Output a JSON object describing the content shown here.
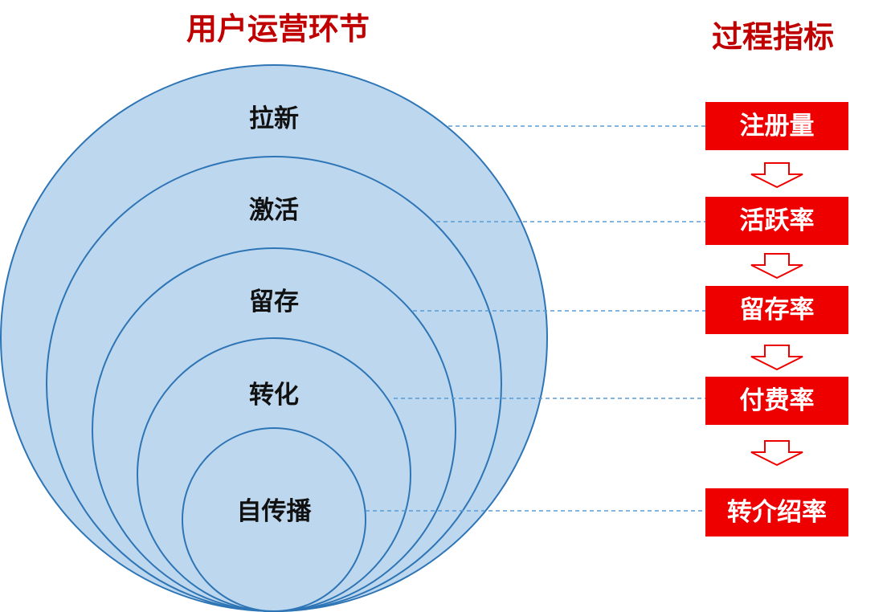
{
  "titles": {
    "left": "用户运营环节",
    "right": "过程指标"
  },
  "stages": [
    {
      "label": "拉新",
      "metric": "注册量"
    },
    {
      "label": "激活",
      "metric": "活跃率"
    },
    {
      "label": "留存",
      "metric": "留存率"
    },
    {
      "label": "转化",
      "metric": "付费率"
    },
    {
      "label": "自传播",
      "metric": "转介绍率"
    }
  ],
  "colors": {
    "title": "#c00000",
    "circle_fill": "#bdd7ee",
    "circle_stroke": "#2e75b6",
    "metric_box": "#ee0000",
    "arrow_stroke": "#ee0000",
    "connector": "#5b9bd5"
  }
}
